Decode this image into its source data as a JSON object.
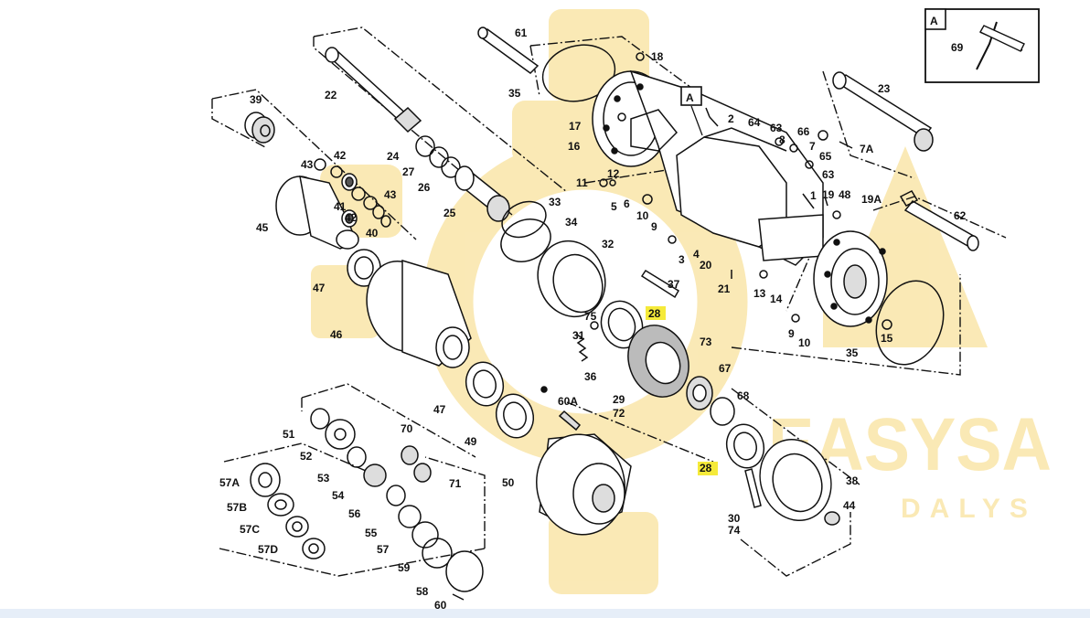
{
  "watermark": {
    "brand": "EASYSA",
    "sub": "DALYS",
    "color": "#f2c640"
  },
  "highlight_color": "#f5ea3a",
  "detail_box": {
    "tag": "A",
    "part": "69"
  },
  "view_tag": "A",
  "callouts": {
    "p61": "61",
    "p18": "18",
    "p35a": "35",
    "p17": "17",
    "p2": "2",
    "p64": "64",
    "p63a": "63",
    "p8": "8",
    "p66": "66",
    "p7": "7",
    "p7a": "7A",
    "p65": "65",
    "p63b": "63",
    "p16": "16",
    "p12": "12",
    "p11": "11",
    "p5": "5",
    "p6": "6",
    "p10a": "10",
    "p9a": "9",
    "p1": "1",
    "p19": "19",
    "p48": "48",
    "p19a": "19A",
    "p62": "62",
    "p23": "23",
    "p39": "39",
    "p22": "22",
    "p43a": "43",
    "p42a": "42",
    "p41": "41",
    "p42b": "42",
    "p43b": "43",
    "p40": "40",
    "p24": "24",
    "p27": "27",
    "p26": "26",
    "p25": "25",
    "p33": "33",
    "p34": "34",
    "p45": "45",
    "p32": "32",
    "p47a": "47",
    "p46": "46",
    "p37": "37",
    "p28a": "28",
    "p75": "75",
    "p31": "31",
    "p36": "36",
    "p3": "3",
    "p4": "4",
    "p20": "20",
    "p21": "21",
    "p13": "13",
    "p14": "14",
    "p9b": "9",
    "p10b": "10",
    "p15": "15",
    "p35b": "35",
    "p73": "73",
    "p67": "67",
    "p68": "68",
    "p29": "29",
    "p72": "72",
    "p60a": "60A",
    "p47b": "47",
    "p49": "49",
    "p50": "50",
    "p28b": "28",
    "p38": "38",
    "p44": "44",
    "p30": "30",
    "p74": "74",
    "p51": "51",
    "p70": "70",
    "p52": "52",
    "p53": "53",
    "p71": "71",
    "p54": "54",
    "p57a": "57A",
    "p57b": "57B",
    "p57c": "57C",
    "p57d": "57D",
    "p56": "56",
    "p55": "55",
    "p57": "57",
    "p59": "59",
    "p58": "58",
    "p60": "60"
  }
}
